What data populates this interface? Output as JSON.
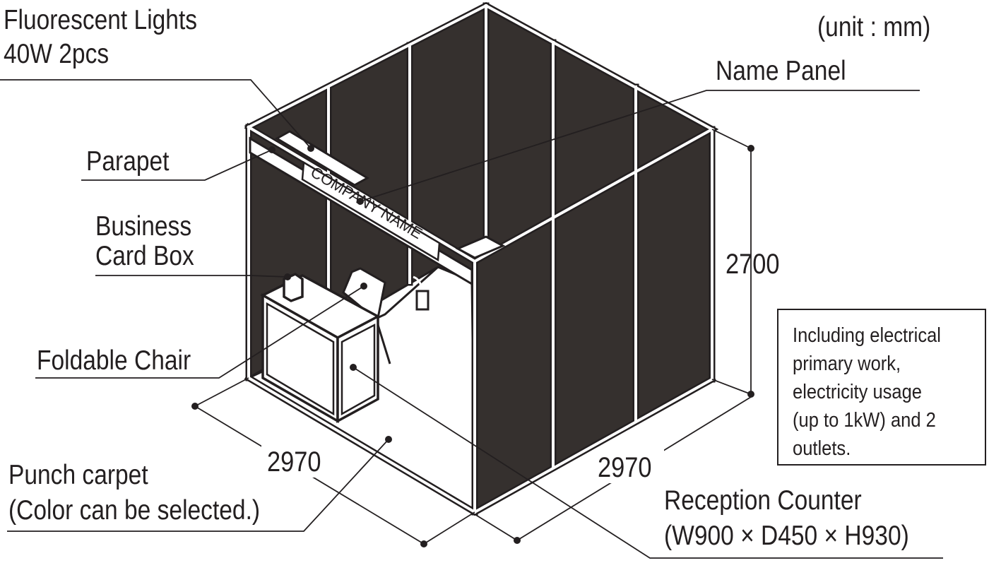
{
  "unit_note": "(unit : mm)",
  "labels": {
    "fluorescent_lights": [
      "Fluorescent Lights",
      "40W 2pcs"
    ],
    "name_panel": "Name Panel",
    "parapet": "Parapet",
    "business_card_box": [
      "Business",
      "Card Box"
    ],
    "foldable_chair": "Foldable Chair",
    "punch_carpet": [
      "Punch carpet",
      "(Color can be selected.)"
    ],
    "reception_counter": [
      "Reception Counter",
      "(W900 × D450 × H930)"
    ]
  },
  "name_panel_text": "COMPANY NAME",
  "dimensions": {
    "height": "2700",
    "width_left": "2970",
    "width_right": "2970"
  },
  "note_lines": [
    "Including electrical",
    "primary work,",
    "electricity usage",
    "(up to 1kW) and 2",
    "outlets."
  ],
  "colors": {
    "wall": "#35302e",
    "line": "#231f20",
    "background": "#ffffff"
  }
}
